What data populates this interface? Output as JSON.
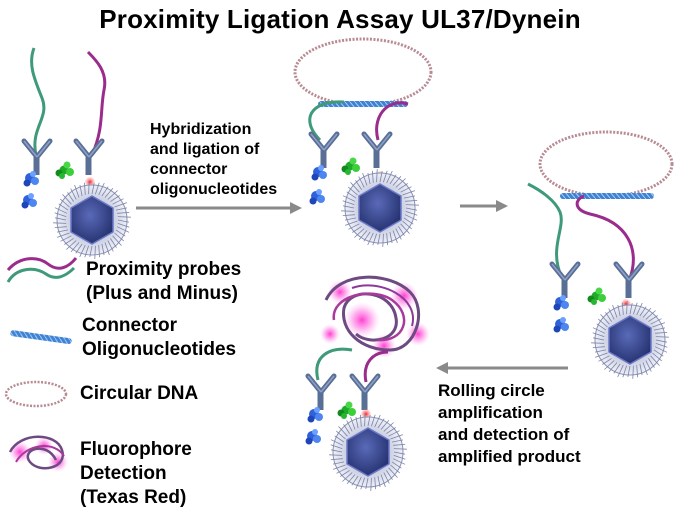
{
  "title": "Proximity Ligation Assay UL37/Dynein",
  "steps": [
    {
      "lines": [
        "Hybridization",
        "and ligation of",
        "connector",
        "oligonucleotides"
      ]
    },
    {
      "lines": [
        "Rolling circle",
        "amplification",
        "and detection of",
        "amplified product"
      ]
    }
  ],
  "legend": [
    {
      "lines": [
        "Proximity probes",
        "(Plus and Minus)"
      ],
      "icon": "proximity-probes-icon"
    },
    {
      "lines": [
        "Connector",
        "Oligonucleotides"
      ],
      "icon": "connector-oligo-icon"
    },
    {
      "lines": [
        "Circular DNA"
      ],
      "icon": "circular-dna-icon"
    },
    {
      "lines": [
        "Fluorophore",
        "Detection",
        "(Texas Red)"
      ],
      "icon": "fluorophore-icon"
    }
  ],
  "colors": {
    "probe_plus": "#3f9a7a",
    "probe_minus": "#9a2c8c",
    "connector": "#3f82d2",
    "circular_dna": "#b88a92",
    "antibody": "#5a6f96",
    "capsid_core": "#2a3a78",
    "fluorophore": "#e23ab8",
    "arrow": "#8a8a8a"
  }
}
